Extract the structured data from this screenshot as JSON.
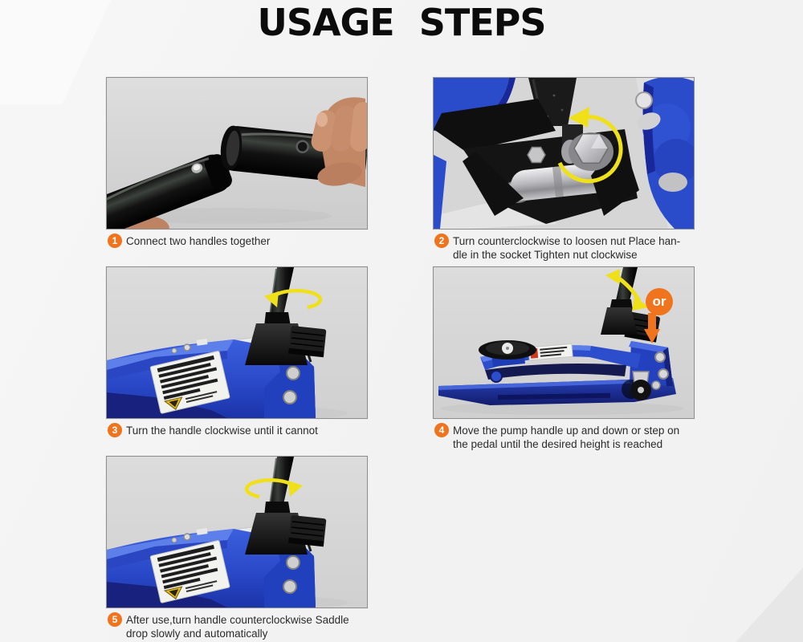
{
  "title": "USAGE STEPS",
  "colors": {
    "step_badge_orange": "#f0731d",
    "arrow_yellow": "#f0e01a",
    "jack_blue": "#2b4ecd",
    "page_background": "#f3f3f3"
  },
  "steps": [
    {
      "number": "1",
      "caption": "Connect two handles together",
      "image": "two-handle-sections-joined"
    },
    {
      "number": "2",
      "caption": "Turn counterclockwise to loosen nut Place han-\ndle in the socket Tighten nut clockwise",
      "image": "loosen-nut-closeup"
    },
    {
      "number": "3",
      "caption": "Turn the handle clockwise until it cannot",
      "image": "rotate-handle-clockwise"
    },
    {
      "number": "4",
      "caption": "Move the pump handle up and down or step on\nthe pedal until the desired height is reached",
      "or_label": "or",
      "image": "pump-handle-or-foot-pedal"
    },
    {
      "number": "5",
      "caption": "After use,turn handle counterclockwise Saddle\ndrop slowly and automatically",
      "image": "release-handle-counterclockwise"
    }
  ]
}
